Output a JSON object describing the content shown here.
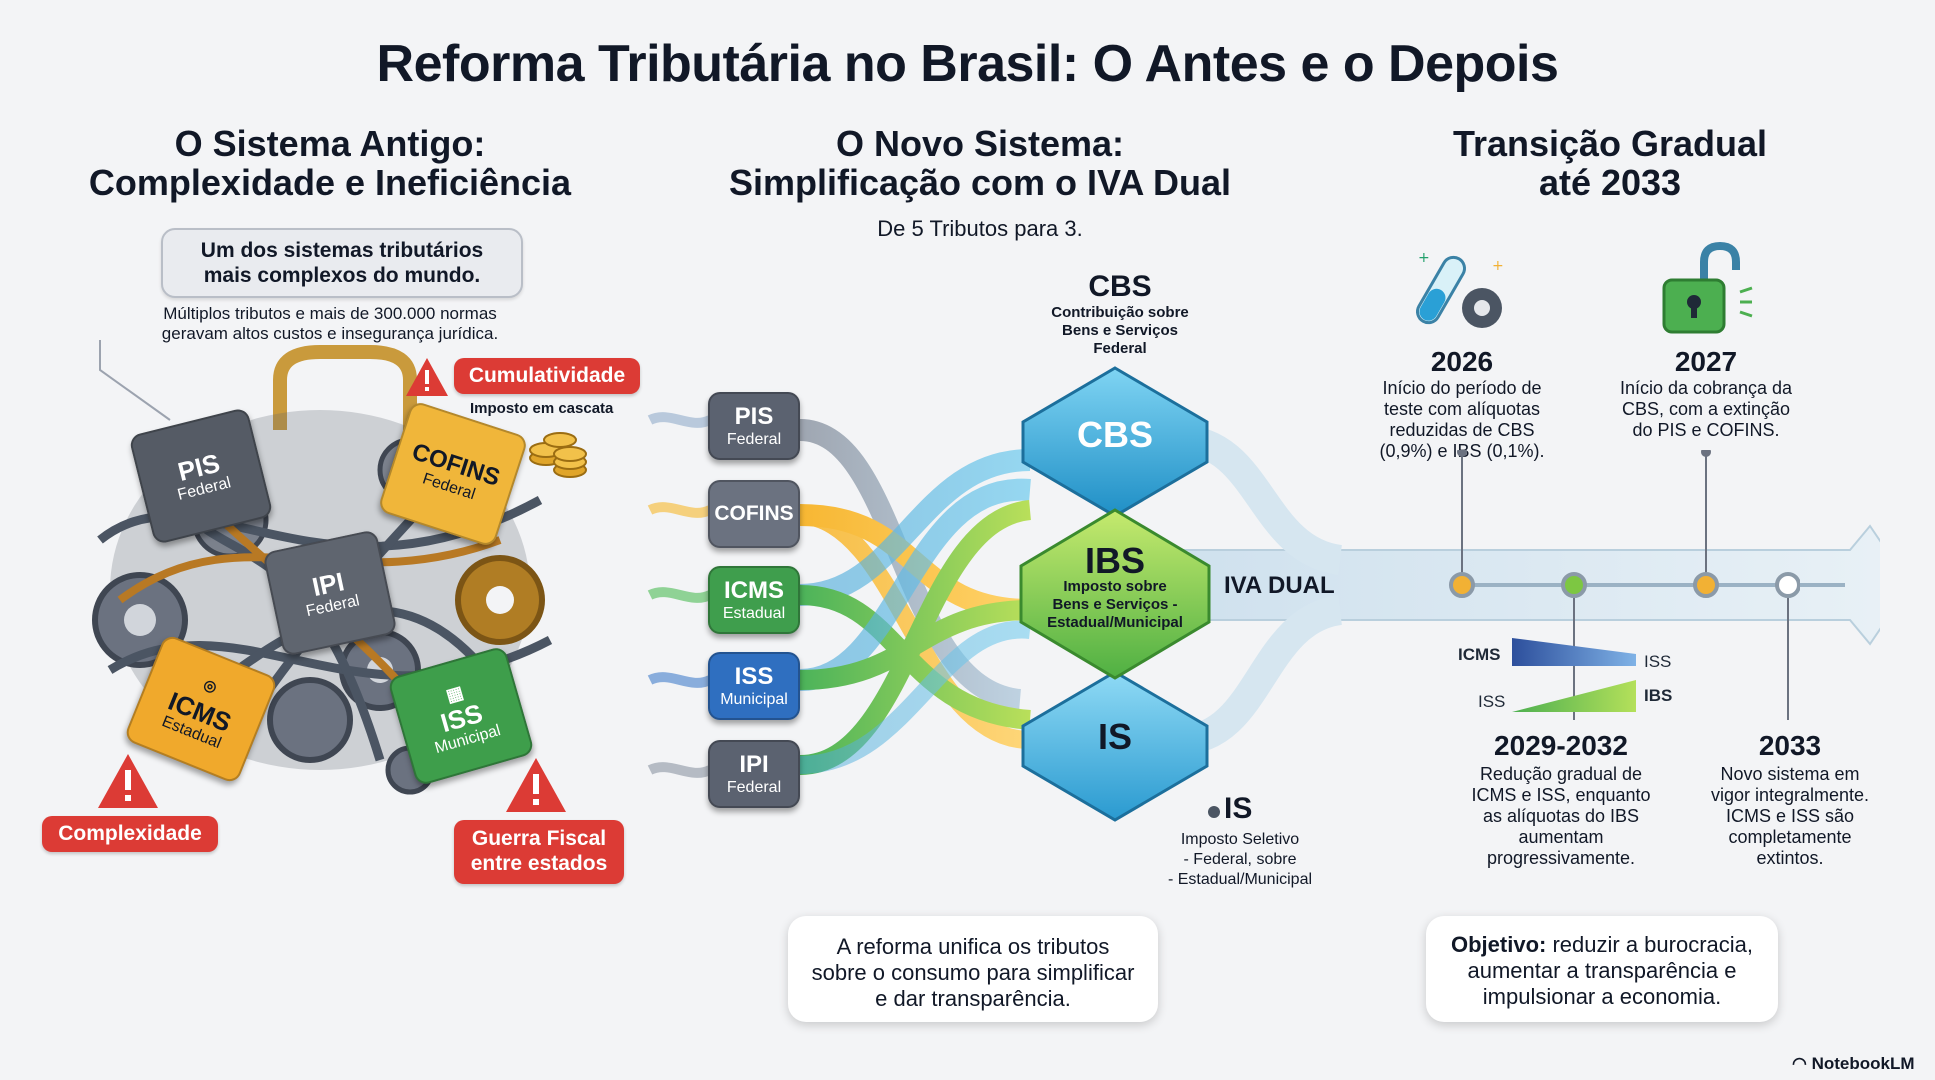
{
  "title": "Reforma Tributária no Brasil: O Antes e o Depois",
  "left": {
    "heading_line1": "O Sistema Antigo:",
    "heading_line2": "Complexidade e Ineficiência",
    "callout_line1": "Um dos sistemas tributários",
    "callout_line2": "mais complexos do mundo.",
    "note_line1": "Múltiplos tributos e mais de 300.000 normas",
    "note_line2": "geravam altos custos e insegurança jurídica.",
    "cumulatividade": "Cumulatividade",
    "cumulatividade_sub": "Imposto em cascata",
    "complexidade": "Complexidade",
    "guerra_line1": "Guerra Fiscal",
    "guerra_line2": "entre estados",
    "tiles": [
      {
        "name": "PIS",
        "scope": "Federal"
      },
      {
        "name": "COFINS",
        "scope": "Federal"
      },
      {
        "name": "IPI",
        "scope": "Federal"
      },
      {
        "name": "ICMS",
        "scope": "Estadual"
      },
      {
        "name": "ISS",
        "scope": "Municipal"
      }
    ]
  },
  "middle": {
    "heading_line1": "O Novo Sistema:",
    "heading_line2": "Simplificação com o IVA Dual",
    "subheading": "De 5 Tributos para 3.",
    "old_taxes": [
      {
        "name": "PIS",
        "scope": "Federal"
      },
      {
        "name": "COFINS",
        "scope": ""
      },
      {
        "name": "ICMS",
        "scope": "Estadual"
      },
      {
        "name": "ISS",
        "scope": "Municipal"
      },
      {
        "name": "IPI",
        "scope": "Federal"
      }
    ],
    "cbs_label": "CBS",
    "cbs_title": "CBS",
    "cbs_desc_line1": "Contribuição sobre",
    "cbs_desc_line2": "Bens e Serviços",
    "cbs_desc_line3": "Federal",
    "ibs_label": "IBS",
    "ibs_desc_line1": "Imposto sobre",
    "ibs_desc_line2": "Bens e Serviços -",
    "ibs_desc_line3": "Estadual/Municipal",
    "is_label": "IS",
    "is_title": "IS",
    "is_desc_line1": "Imposto Seletivo",
    "is_desc_line2": "- Federal, sobre",
    "is_desc_line3": "- Estadual/Municipal",
    "iva_dual": "IVA DUAL",
    "card_line1": "A reforma unifica os tributos",
    "card_line2": "sobre o consumo para simplificar",
    "card_line3": "e dar transparência."
  },
  "right": {
    "heading_line1": "Transição Gradual",
    "heading_line2": "até 2033",
    "y2026": "2026",
    "y2026_desc": [
      "Início do período de",
      "teste com alíquotas",
      "reduzidas de CBS",
      "(0,9%) e IBS (0,1%)."
    ],
    "y2027": "2027",
    "y2027_desc": [
      "Início da cobrança da",
      "CBS, com a extinção",
      "do PIS e COFINS."
    ],
    "y2029": "2029-2032",
    "y2029_desc": [
      "Redução gradual de",
      "ICMS e ISS, enquanto",
      "as alíquotas do IBS",
      "aumentam",
      "progressivamente."
    ],
    "y2033": "2033",
    "y2033_desc": [
      "Novo sistema em",
      "vigor integralmente.",
      "ICMS e ISS são",
      "completamente",
      "extintos."
    ],
    "wedge_icms": "ICMS",
    "wedge_iss_right": "ISS",
    "wedge_iss_left": "ISS",
    "wedge_ibs": "IBS",
    "objective_bold": "Objetivo:",
    "objective_line1": " reduzir a burocracia,",
    "objective_line2": "aumentar a transparência e",
    "objective_line3": "impulsionar a economia."
  },
  "credit": "NotebookLM",
  "colors": {
    "red": "#dc3b35",
    "cbs": "#38b6e0",
    "ibs": "#7dc742",
    "is": "#40b8e6",
    "gold": "#f2b134"
  }
}
